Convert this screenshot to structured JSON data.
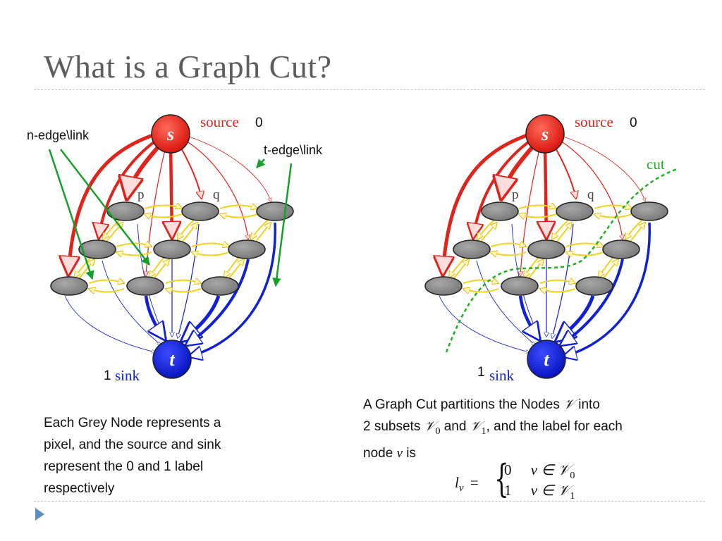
{
  "slide": {
    "title": "What is a Graph Cut?"
  },
  "left_figure": {
    "source_word": "source",
    "sink_word": "sink",
    "source_node_label": "s",
    "sink_node_label": "t",
    "node_label_p": "p",
    "node_label_q": "q",
    "source_value": "0",
    "sink_value": "1",
    "n_edge_label": "n-edge\\link",
    "t_edge_label": "t-edge\\link"
  },
  "right_figure": {
    "source_word": "source",
    "sink_word": "sink",
    "source_node_label": "s",
    "sink_node_label": "t",
    "node_label_p": "p",
    "node_label_q": "q",
    "source_value": "0",
    "sink_value": "1",
    "cut_label": "cut"
  },
  "left_text": {
    "line1": "Each Grey Node represents a",
    "line2": "pixel, and the source and sink",
    "line3": "represent the 0 and 1 label",
    "line4": "respectively"
  },
  "right_text": {
    "line1_a": "A Graph Cut partitions the Nodes",
    "sym_V": "𝒱",
    "line1_b": "into",
    "line2_a": "2 subsets",
    "sub0": "0",
    "line2_mid": "and",
    "sub1": "1",
    "line2_b": ",  and the label for each",
    "line3_a": "node",
    "sym_v": "v",
    "line3_b": "is"
  },
  "equation": {
    "lhs": "l",
    "lhs_sub": "v",
    "equals": "=",
    "case1_value": "0",
    "case1_condition": "v ∈ 𝒱",
    "case1_sub": "0",
    "case2_value": "1",
    "case2_condition": "v ∈ 𝒱",
    "case2_sub": "1"
  },
  "colors": {
    "title": "#5d5d5d",
    "source_node": "#e0241b",
    "sink_node": "#1020d8",
    "grey_node": "#8c8c8c",
    "n_edge": "#f1d21c",
    "annotation_arrow": "#14a02a",
    "cut_line": "#22b022",
    "nav_arrow": "#5a8fbe",
    "dashed_rule": "#b7c3cc"
  }
}
